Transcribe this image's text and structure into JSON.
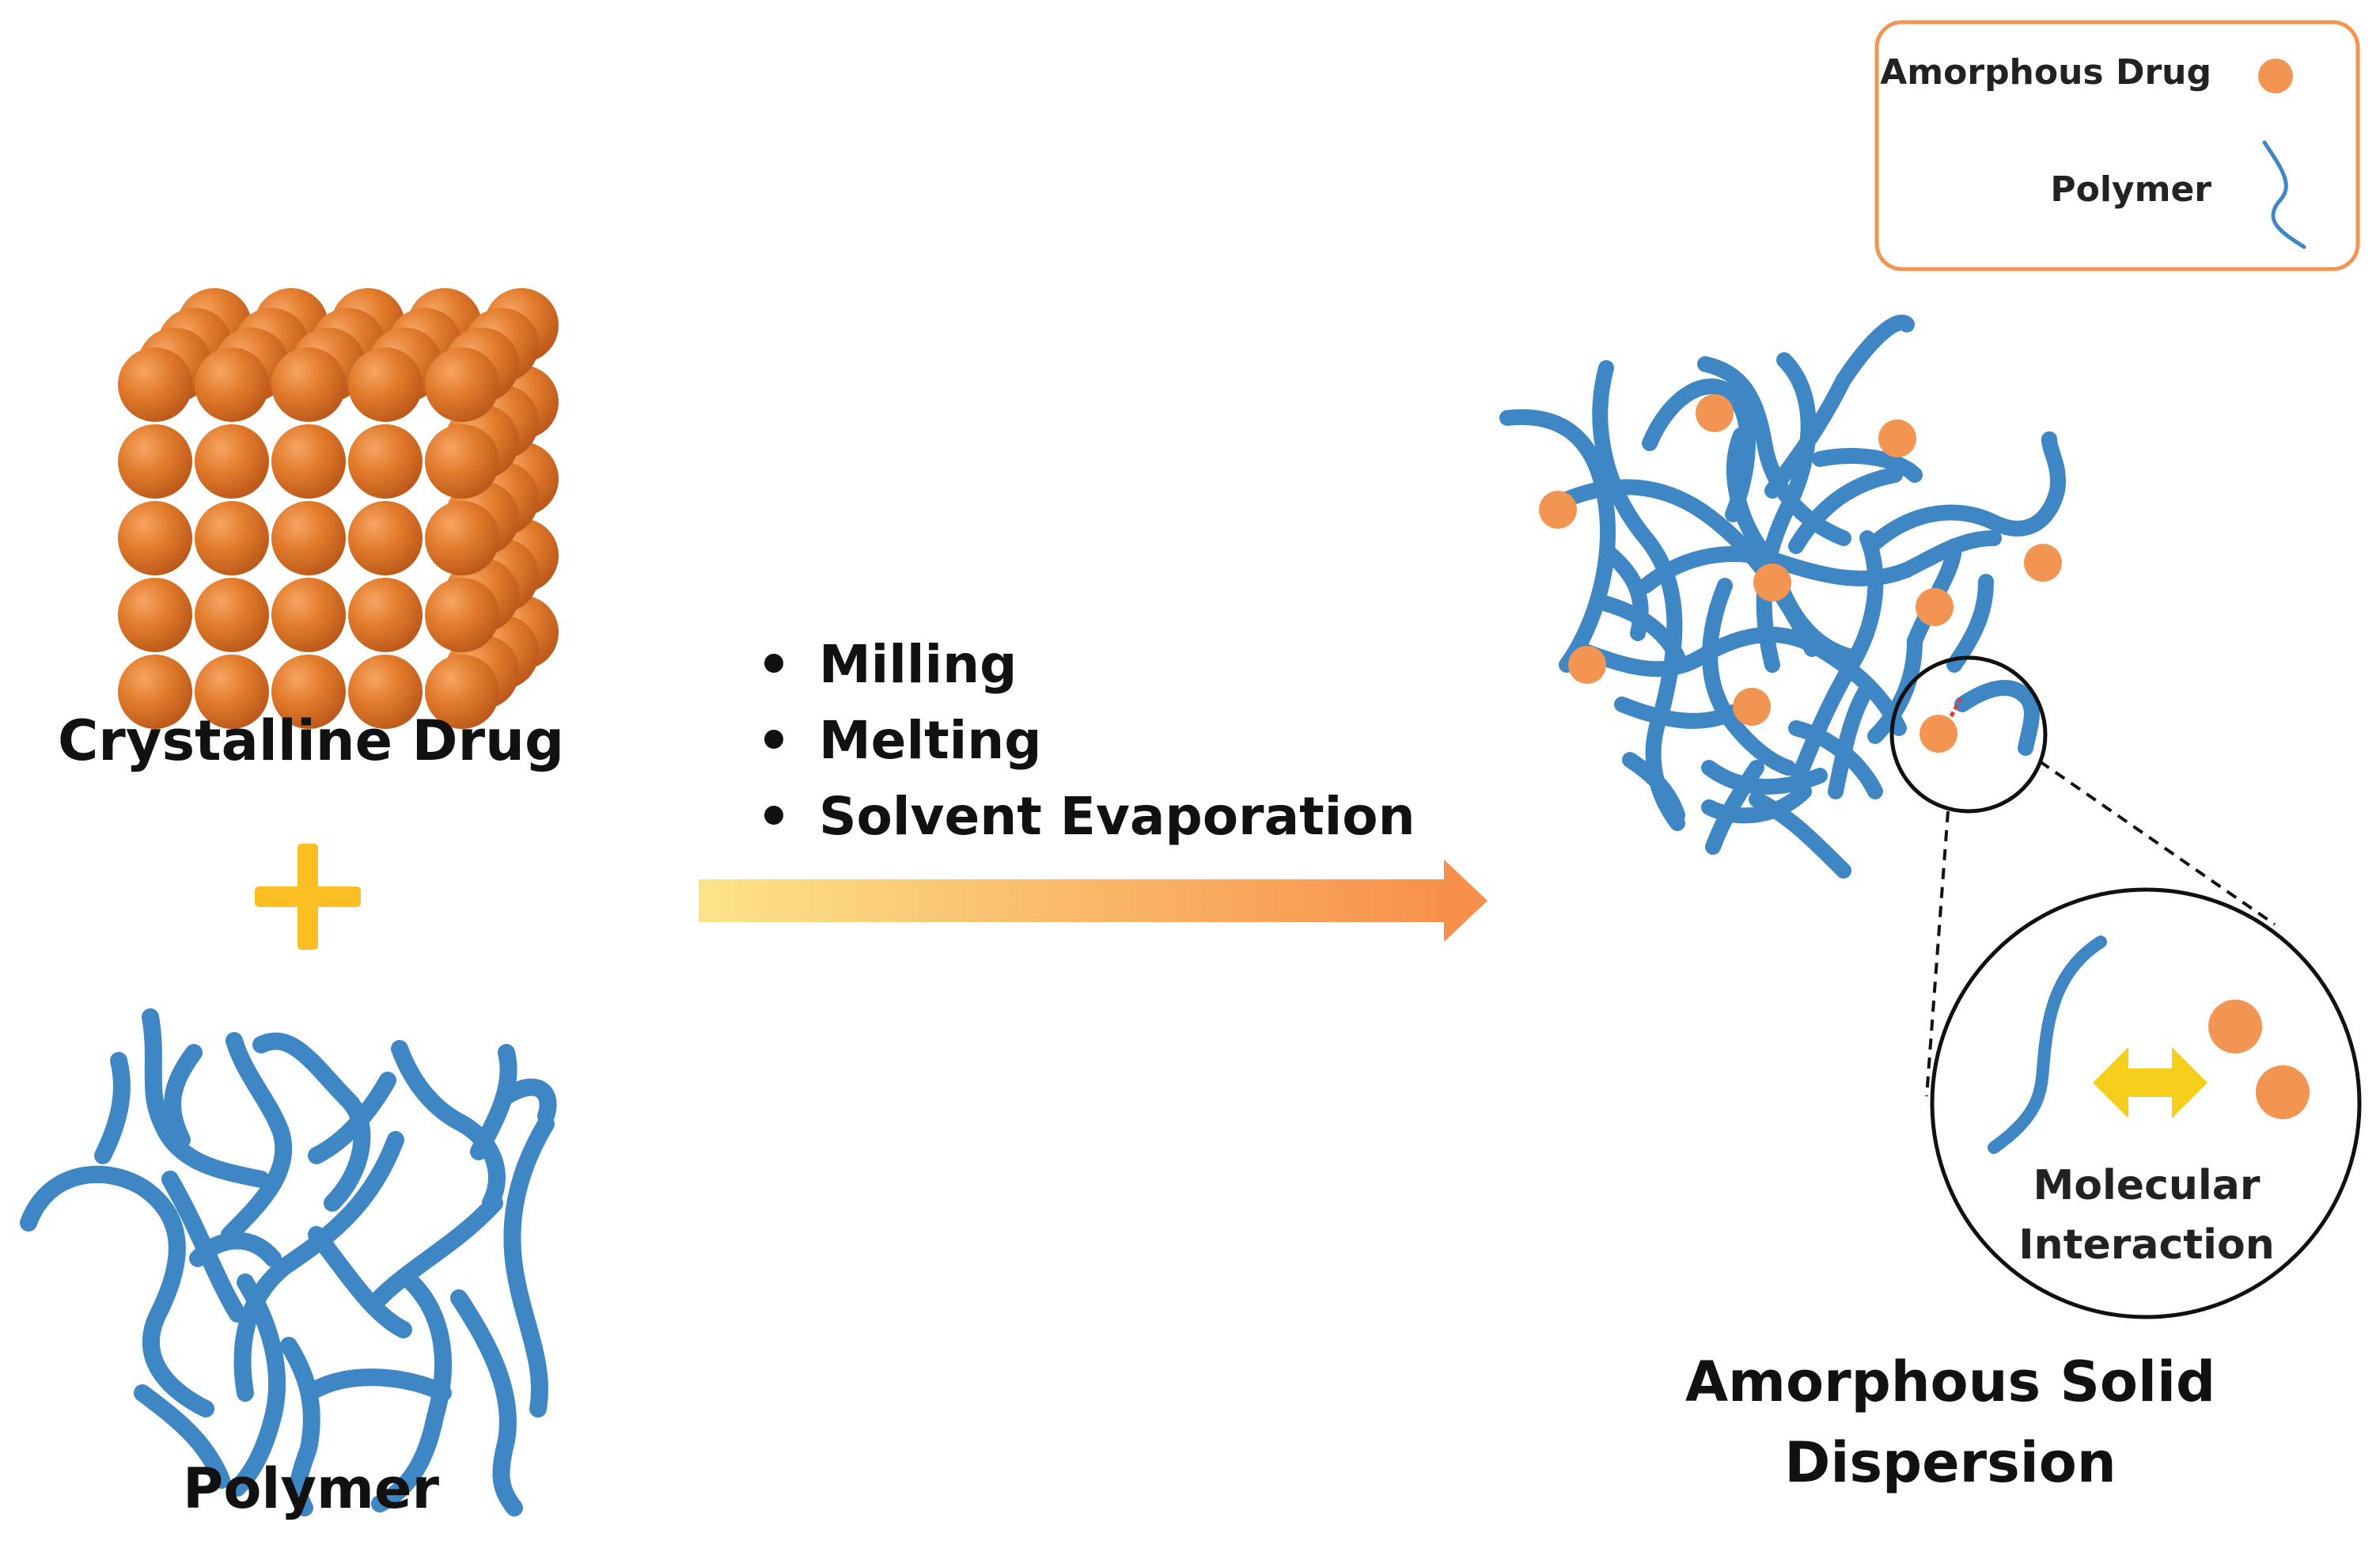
{
  "legend": {
    "drug_label": "Amorphous Drug",
    "polymer_label": "Polymer"
  },
  "left": {
    "crystal_label": "Crystalline Drug",
    "plus_symbol": "+",
    "polymer_label": "Polymer"
  },
  "methods": {
    "items": [
      "Milling",
      "Melting",
      "Solvent Evaporation"
    ]
  },
  "right": {
    "product_line1": "Amorphous Solid",
    "product_line2": "Dispersion",
    "zoom_line1": "Molecular",
    "zoom_line2": "Interaction"
  },
  "colors": {
    "drug_crystal": "#E07A2B",
    "drug_amorphous": "#F29552",
    "polymer": "#3F87C4",
    "legend_border": "#F29552",
    "plus": "#FBBF24",
    "arrow_start": "#FCE38A",
    "arrow_end": "#F7904A",
    "interaction_arrow": "#F5CF1C",
    "hbond": "#E53935"
  },
  "icons": {
    "drug": "sphere-icon",
    "polymer": "chain-icon",
    "process": "arrow-right-icon",
    "interaction": "double-arrow-icon"
  }
}
